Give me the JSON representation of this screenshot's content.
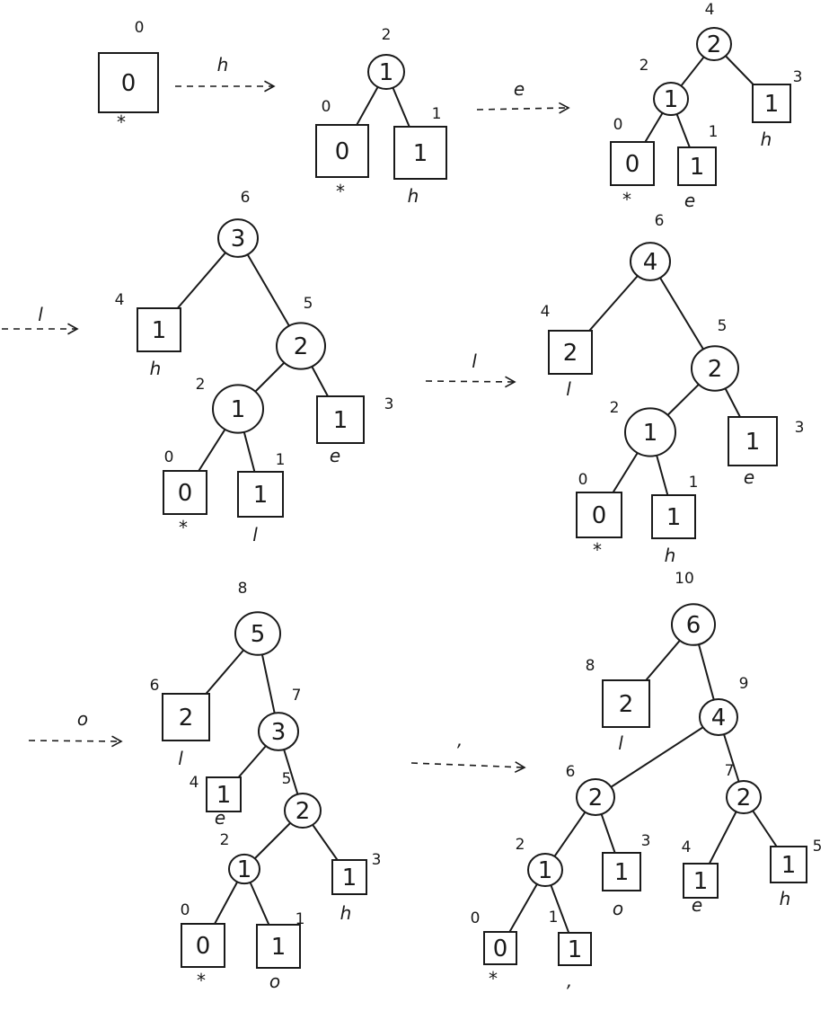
{
  "trees": [
    {
      "nodes": [
        {
          "id": "a0",
          "kind": "leaf",
          "weight": "0",
          "order": "0",
          "symbol": "*"
        }
      ],
      "edges": []
    },
    {
      "nodes": [
        {
          "id": "b0",
          "kind": "internal",
          "weight": "1",
          "order": "2"
        },
        {
          "id": "b1",
          "kind": "leaf",
          "weight": "0",
          "order": "0",
          "symbol": "*"
        },
        {
          "id": "b2",
          "kind": "leaf",
          "weight": "1",
          "order": "1",
          "symbol": "h"
        }
      ],
      "edges": [
        [
          "b0",
          "b1"
        ],
        [
          "b0",
          "b2"
        ]
      ]
    },
    {
      "nodes": [
        {
          "id": "c0",
          "kind": "internal",
          "weight": "2",
          "order": "4"
        },
        {
          "id": "c1",
          "kind": "internal",
          "weight": "1",
          "order": "2"
        },
        {
          "id": "c2",
          "kind": "leaf",
          "weight": "1",
          "order": "3",
          "symbol": "h"
        },
        {
          "id": "c3",
          "kind": "leaf",
          "weight": "0",
          "order": "0",
          "symbol": "*"
        },
        {
          "id": "c4",
          "kind": "leaf",
          "weight": "1",
          "order": "1",
          "symbol": "e"
        }
      ],
      "edges": [
        [
          "c0",
          "c1"
        ],
        [
          "c0",
          "c2"
        ],
        [
          "c1",
          "c3"
        ],
        [
          "c1",
          "c4"
        ]
      ]
    },
    {
      "nodes": [
        {
          "id": "d0",
          "kind": "internal",
          "weight": "3",
          "order": "6"
        },
        {
          "id": "d1",
          "kind": "leaf",
          "weight": "1",
          "order": "4",
          "symbol": "h"
        },
        {
          "id": "d2",
          "kind": "internal",
          "weight": "2",
          "order": "5"
        },
        {
          "id": "d3",
          "kind": "internal",
          "weight": "1",
          "order": "2"
        },
        {
          "id": "d4",
          "kind": "leaf",
          "weight": "1",
          "order": "3",
          "symbol": "e"
        },
        {
          "id": "d5",
          "kind": "leaf",
          "weight": "0",
          "order": "0",
          "symbol": "*"
        },
        {
          "id": "d6",
          "kind": "leaf",
          "weight": "1",
          "order": "1",
          "symbol": "l"
        }
      ],
      "edges": [
        [
          "d0",
          "d1"
        ],
        [
          "d0",
          "d2"
        ],
        [
          "d2",
          "d3"
        ],
        [
          "d2",
          "d4"
        ],
        [
          "d3",
          "d5"
        ],
        [
          "d3",
          "d6"
        ]
      ]
    },
    {
      "nodes": [
        {
          "id": "e0",
          "kind": "internal",
          "weight": "4",
          "order": "6"
        },
        {
          "id": "e1",
          "kind": "leaf",
          "weight": "2",
          "order": "4",
          "symbol": "l"
        },
        {
          "id": "e2",
          "kind": "internal",
          "weight": "2",
          "order": "5"
        },
        {
          "id": "e3",
          "kind": "internal",
          "weight": "1",
          "order": "2"
        },
        {
          "id": "e4",
          "kind": "leaf",
          "weight": "1",
          "order": "3",
          "symbol": "e"
        },
        {
          "id": "e5",
          "kind": "leaf",
          "weight": "0",
          "order": "0",
          "symbol": "*"
        },
        {
          "id": "e6",
          "kind": "leaf",
          "weight": "1",
          "order": "1",
          "symbol": "h"
        }
      ],
      "edges": [
        [
          "e0",
          "e1"
        ],
        [
          "e0",
          "e2"
        ],
        [
          "e2",
          "e3"
        ],
        [
          "e2",
          "e4"
        ],
        [
          "e3",
          "e5"
        ],
        [
          "e3",
          "e6"
        ]
      ]
    },
    {
      "nodes": [
        {
          "id": "f0",
          "kind": "internal",
          "weight": "5",
          "order": "8"
        },
        {
          "id": "f1",
          "kind": "leaf",
          "weight": "2",
          "order": "6",
          "symbol": "l"
        },
        {
          "id": "f2",
          "kind": "internal",
          "weight": "3",
          "order": "7"
        },
        {
          "id": "f3",
          "kind": "leaf",
          "weight": "1",
          "order": "4",
          "symbol": "e"
        },
        {
          "id": "f4",
          "kind": "internal",
          "weight": "2",
          "order": "5"
        },
        {
          "id": "f5",
          "kind": "internal",
          "weight": "1",
          "order": "2"
        },
        {
          "id": "f6",
          "kind": "leaf",
          "weight": "1",
          "order": "3",
          "symbol": "h"
        },
        {
          "id": "f7",
          "kind": "leaf",
          "weight": "0",
          "order": "0",
          "symbol": "*"
        },
        {
          "id": "f8",
          "kind": "leaf",
          "weight": "1",
          "order": "1",
          "symbol": "o"
        }
      ],
      "edges": [
        [
          "f0",
          "f1"
        ],
        [
          "f0",
          "f2"
        ],
        [
          "f2",
          "f3"
        ],
        [
          "f2",
          "f4"
        ],
        [
          "f4",
          "f5"
        ],
        [
          "f4",
          "f6"
        ],
        [
          "f5",
          "f7"
        ],
        [
          "f5",
          "f8"
        ]
      ]
    },
    {
      "nodes": [
        {
          "id": "g0",
          "kind": "internal",
          "weight": "6",
          "order": "10"
        },
        {
          "id": "g1",
          "kind": "leaf",
          "weight": "2",
          "order": "8",
          "symbol": "l"
        },
        {
          "id": "g2",
          "kind": "internal",
          "weight": "4",
          "order": "9"
        },
        {
          "id": "g3",
          "kind": "internal",
          "weight": "2",
          "order": "6"
        },
        {
          "id": "g4",
          "kind": "internal",
          "weight": "2",
          "order": "7"
        },
        {
          "id": "g5",
          "kind": "internal",
          "weight": "1",
          "order": "2"
        },
        {
          "id": "g6",
          "kind": "leaf",
          "weight": "1",
          "order": "3",
          "symbol": "o"
        },
        {
          "id": "g7",
          "kind": "leaf",
          "weight": "1",
          "order": "4",
          "symbol": "e"
        },
        {
          "id": "g8",
          "kind": "leaf",
          "weight": "1",
          "order": "5",
          "symbol": "h"
        },
        {
          "id": "g9",
          "kind": "leaf",
          "weight": "0",
          "order": "0",
          "symbol": "*"
        },
        {
          "id": "g10",
          "kind": "leaf",
          "weight": "1",
          "order": "1",
          "symbol": ","
        }
      ],
      "edges": [
        [
          "g0",
          "g1"
        ],
        [
          "g0",
          "g2"
        ],
        [
          "g2",
          "g3"
        ],
        [
          "g2",
          "g4"
        ],
        [
          "g3",
          "g5"
        ],
        [
          "g3",
          "g6"
        ],
        [
          "g4",
          "g7"
        ],
        [
          "g4",
          "g8"
        ],
        [
          "g5",
          "g9"
        ],
        [
          "g5",
          "g10"
        ]
      ]
    }
  ],
  "transitions": [
    {
      "id": "t-h",
      "label": "h"
    },
    {
      "id": "t-e",
      "label": "e"
    },
    {
      "id": "t-l1",
      "label": "l"
    },
    {
      "id": "t-l2",
      "label": "l"
    },
    {
      "id": "t-o",
      "label": "o"
    },
    {
      "id": "t-comma",
      "label": ","
    }
  ]
}
